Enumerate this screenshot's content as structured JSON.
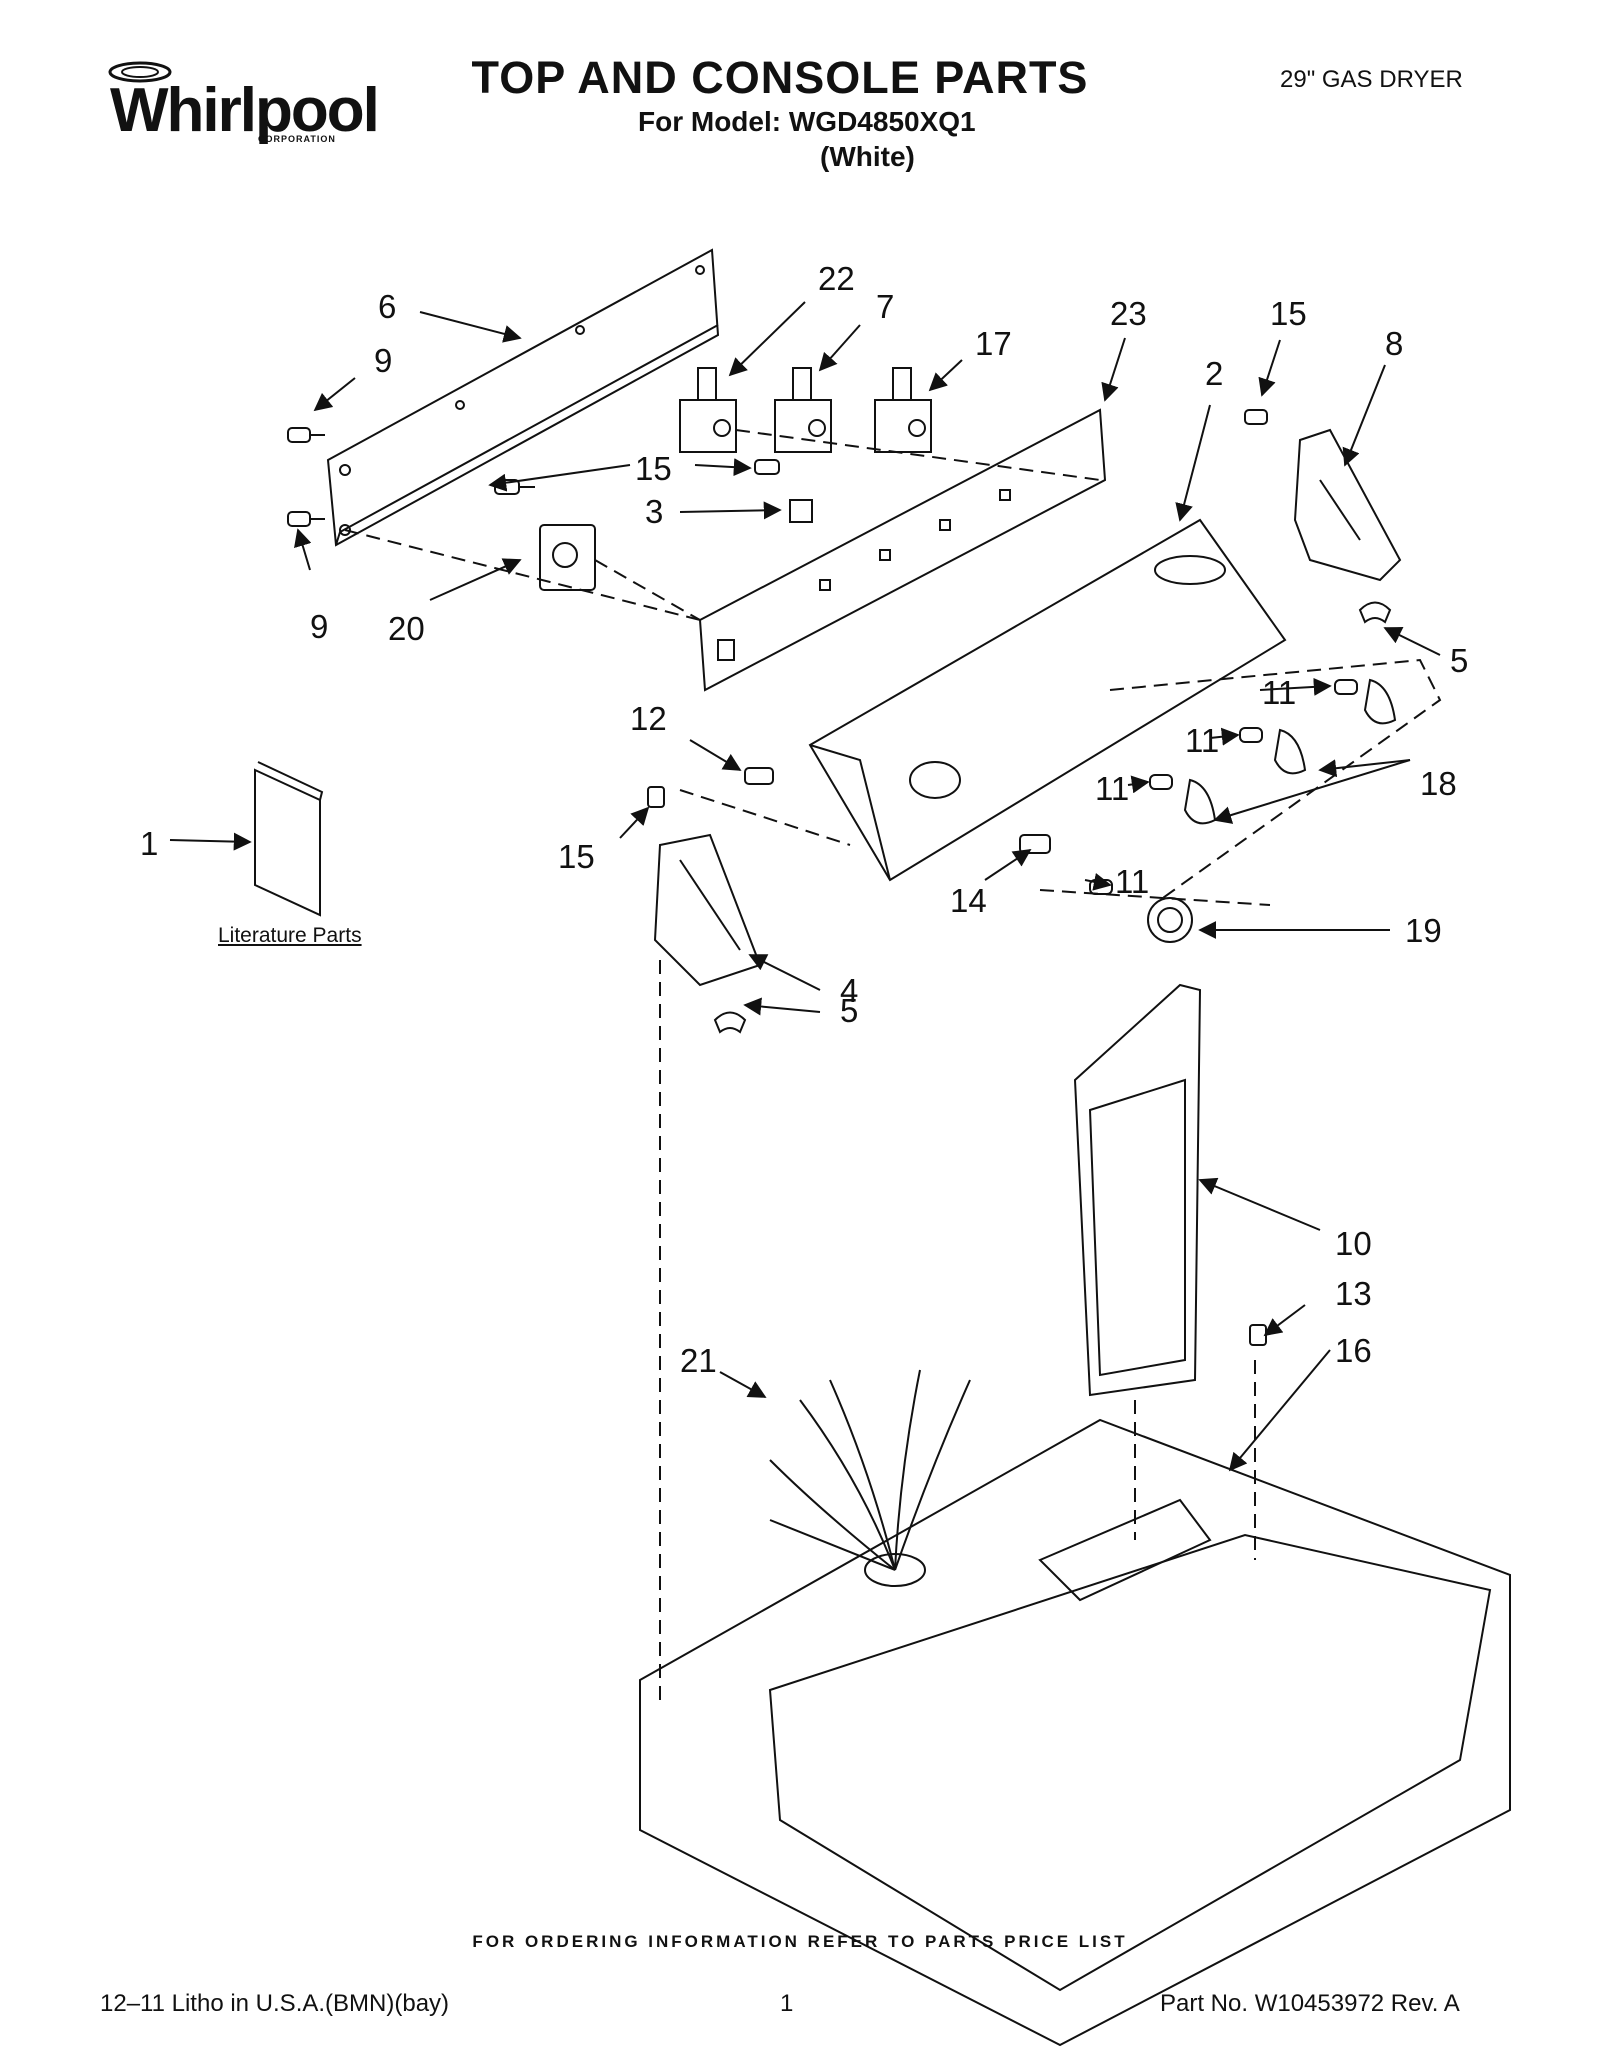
{
  "header": {
    "brand": "Whirlpool",
    "brand_sub": "CORPORATION",
    "title": "TOP AND CONSOLE PARTS",
    "model_line": "For Model: WGD4850XQ1",
    "color_line": "(White)",
    "category": "29\" GAS DRYER"
  },
  "literature_label": "Literature Parts",
  "callouts": [
    {
      "id": "c6",
      "text": "6"
    },
    {
      "id": "c9a",
      "text": "9"
    },
    {
      "id": "c22",
      "text": "22"
    },
    {
      "id": "c7",
      "text": "7"
    },
    {
      "id": "c17",
      "text": "17"
    },
    {
      "id": "c23",
      "text": "23"
    },
    {
      "id": "c15a",
      "text": "15"
    },
    {
      "id": "c8",
      "text": "8"
    },
    {
      "id": "c2",
      "text": "2"
    },
    {
      "id": "c15b",
      "text": "15"
    },
    {
      "id": "c3",
      "text": "3"
    },
    {
      "id": "c9b",
      "text": "9"
    },
    {
      "id": "c20",
      "text": "20"
    },
    {
      "id": "c5a",
      "text": "5"
    },
    {
      "id": "c11a",
      "text": "11"
    },
    {
      "id": "c11b",
      "text": "11"
    },
    {
      "id": "c18",
      "text": "18"
    },
    {
      "id": "c11c",
      "text": "11"
    },
    {
      "id": "c12",
      "text": "12"
    },
    {
      "id": "c1",
      "text": "1"
    },
    {
      "id": "c15c",
      "text": "15"
    },
    {
      "id": "c14",
      "text": "14"
    },
    {
      "id": "c11d",
      "text": "11"
    },
    {
      "id": "c19",
      "text": "19"
    },
    {
      "id": "c4",
      "text": "4"
    },
    {
      "id": "c5b",
      "text": "5"
    },
    {
      "id": "c10",
      "text": "10"
    },
    {
      "id": "c13",
      "text": "13"
    },
    {
      "id": "c16",
      "text": "16"
    },
    {
      "id": "c21",
      "text": "21"
    }
  ],
  "footer": {
    "ordering_note": "FOR ORDERING INFORMATION REFER TO PARTS PRICE LIST",
    "litho": "12–11 Litho in U.S.A.(BMN)(bay)",
    "page": "1",
    "part_no": "Part No. W10453972 Rev. A"
  }
}
